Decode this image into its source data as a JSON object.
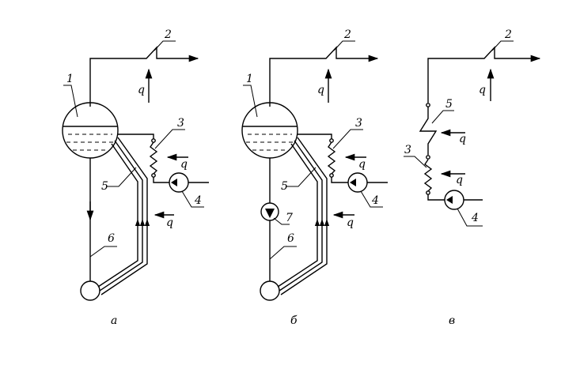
{
  "panels": [
    {
      "id": "a",
      "caption": "а",
      "labels": {
        "drum": "1",
        "superheater": "2",
        "economizer": "3",
        "pump": "4",
        "riser": "5",
        "downcomer": "6"
      },
      "heat": [
        "q",
        "q",
        "q"
      ]
    },
    {
      "id": "b",
      "caption": "б",
      "labels": {
        "drum": "1",
        "superheater": "2",
        "economizer": "3",
        "pump": "4",
        "riser": "5",
        "downcomer": "6",
        "circ_pump": "7"
      },
      "heat": [
        "q",
        "q",
        "q"
      ]
    },
    {
      "id": "c",
      "caption": "в",
      "labels": {
        "superheater": "2",
        "economizer": "3",
        "pump": "4",
        "evaporator": "5"
      },
      "heat": [
        "q",
        "q",
        "q"
      ]
    }
  ]
}
